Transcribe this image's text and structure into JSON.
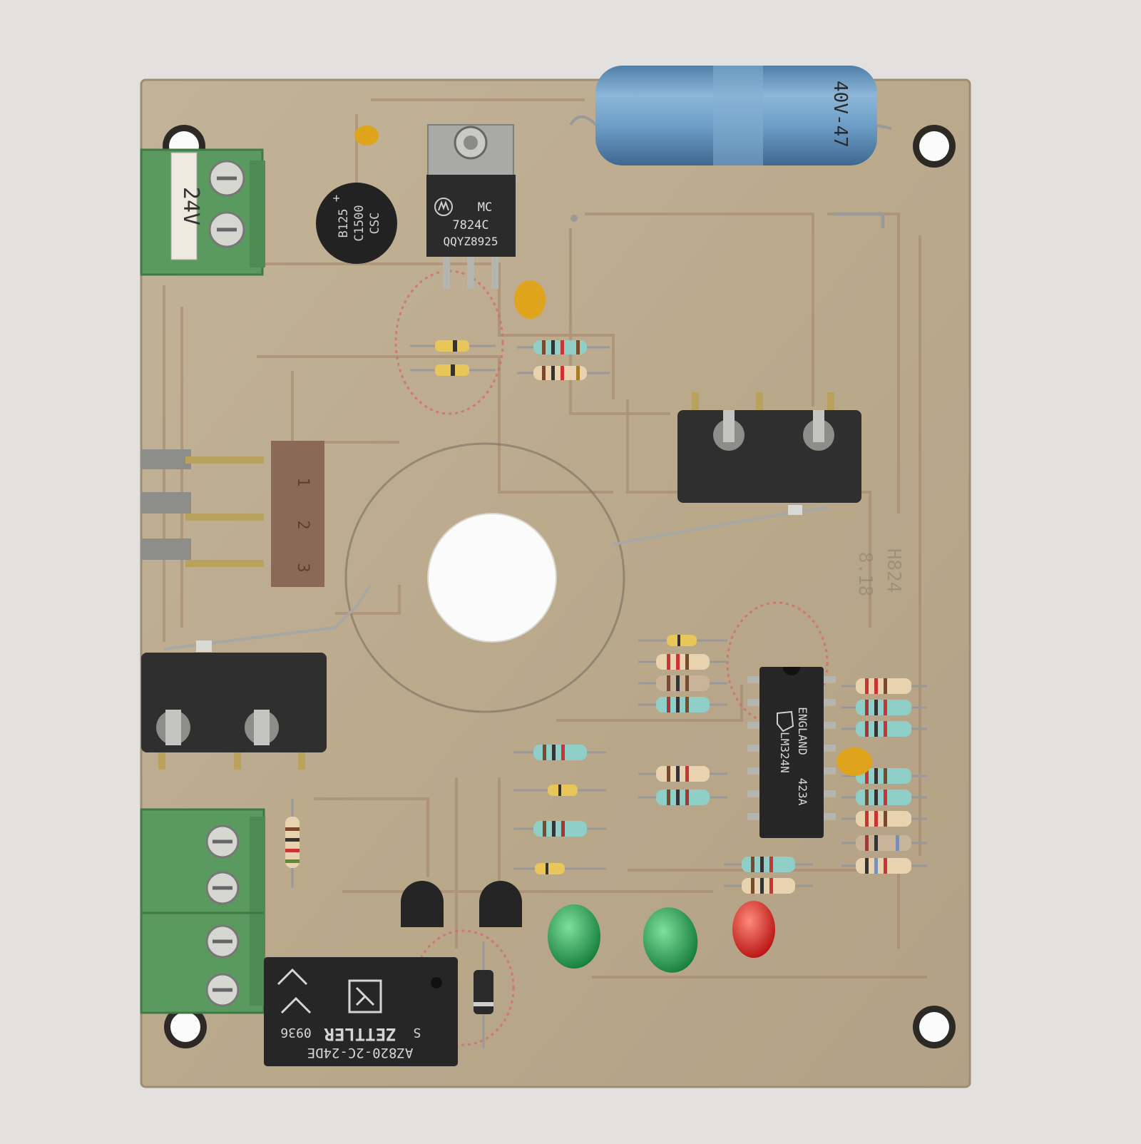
{
  "colors": {
    "background": "#e2e1df",
    "board": "#bdae92",
    "trace": "#a5846a",
    "terminal_green": "#5a9a5e",
    "ic_black": "#2b2b2b",
    "capacitor_blue": "#6d9ec7",
    "led_green": "#1f9a4c",
    "led_red": "#d81e1e",
    "tantalum_yellow": "#dfa41c"
  },
  "board": {
    "terminal_label": "24V",
    "connector_pins": [
      "1",
      "2",
      "3"
    ],
    "bridge_rectifier": {
      "line1": "+",
      "line2": "B125",
      "line3": "C1500",
      "line4": "CSC"
    },
    "regulator": {
      "brand_icon": "motorola-logo-icon",
      "line1": "MC",
      "line2": "7824C",
      "line3": "QQYZ8925"
    },
    "capacitor": {
      "text": "40V-47"
    },
    "opamp": {
      "brand_icon": "ti-logo-icon",
      "line1": "ENGLAND",
      "line2": "423A",
      "line3": "LM324N"
    },
    "relay": {
      "brand_icon": "zettler-logo-icon",
      "line1": "AZ820-2C-24DE",
      "line2": "ZETTLER",
      "line3": "S",
      "line4": "0936"
    },
    "silkscreen_fragments": [
      "8.18",
      "H824"
    ],
    "leds": [
      "green",
      "green",
      "red"
    ]
  }
}
